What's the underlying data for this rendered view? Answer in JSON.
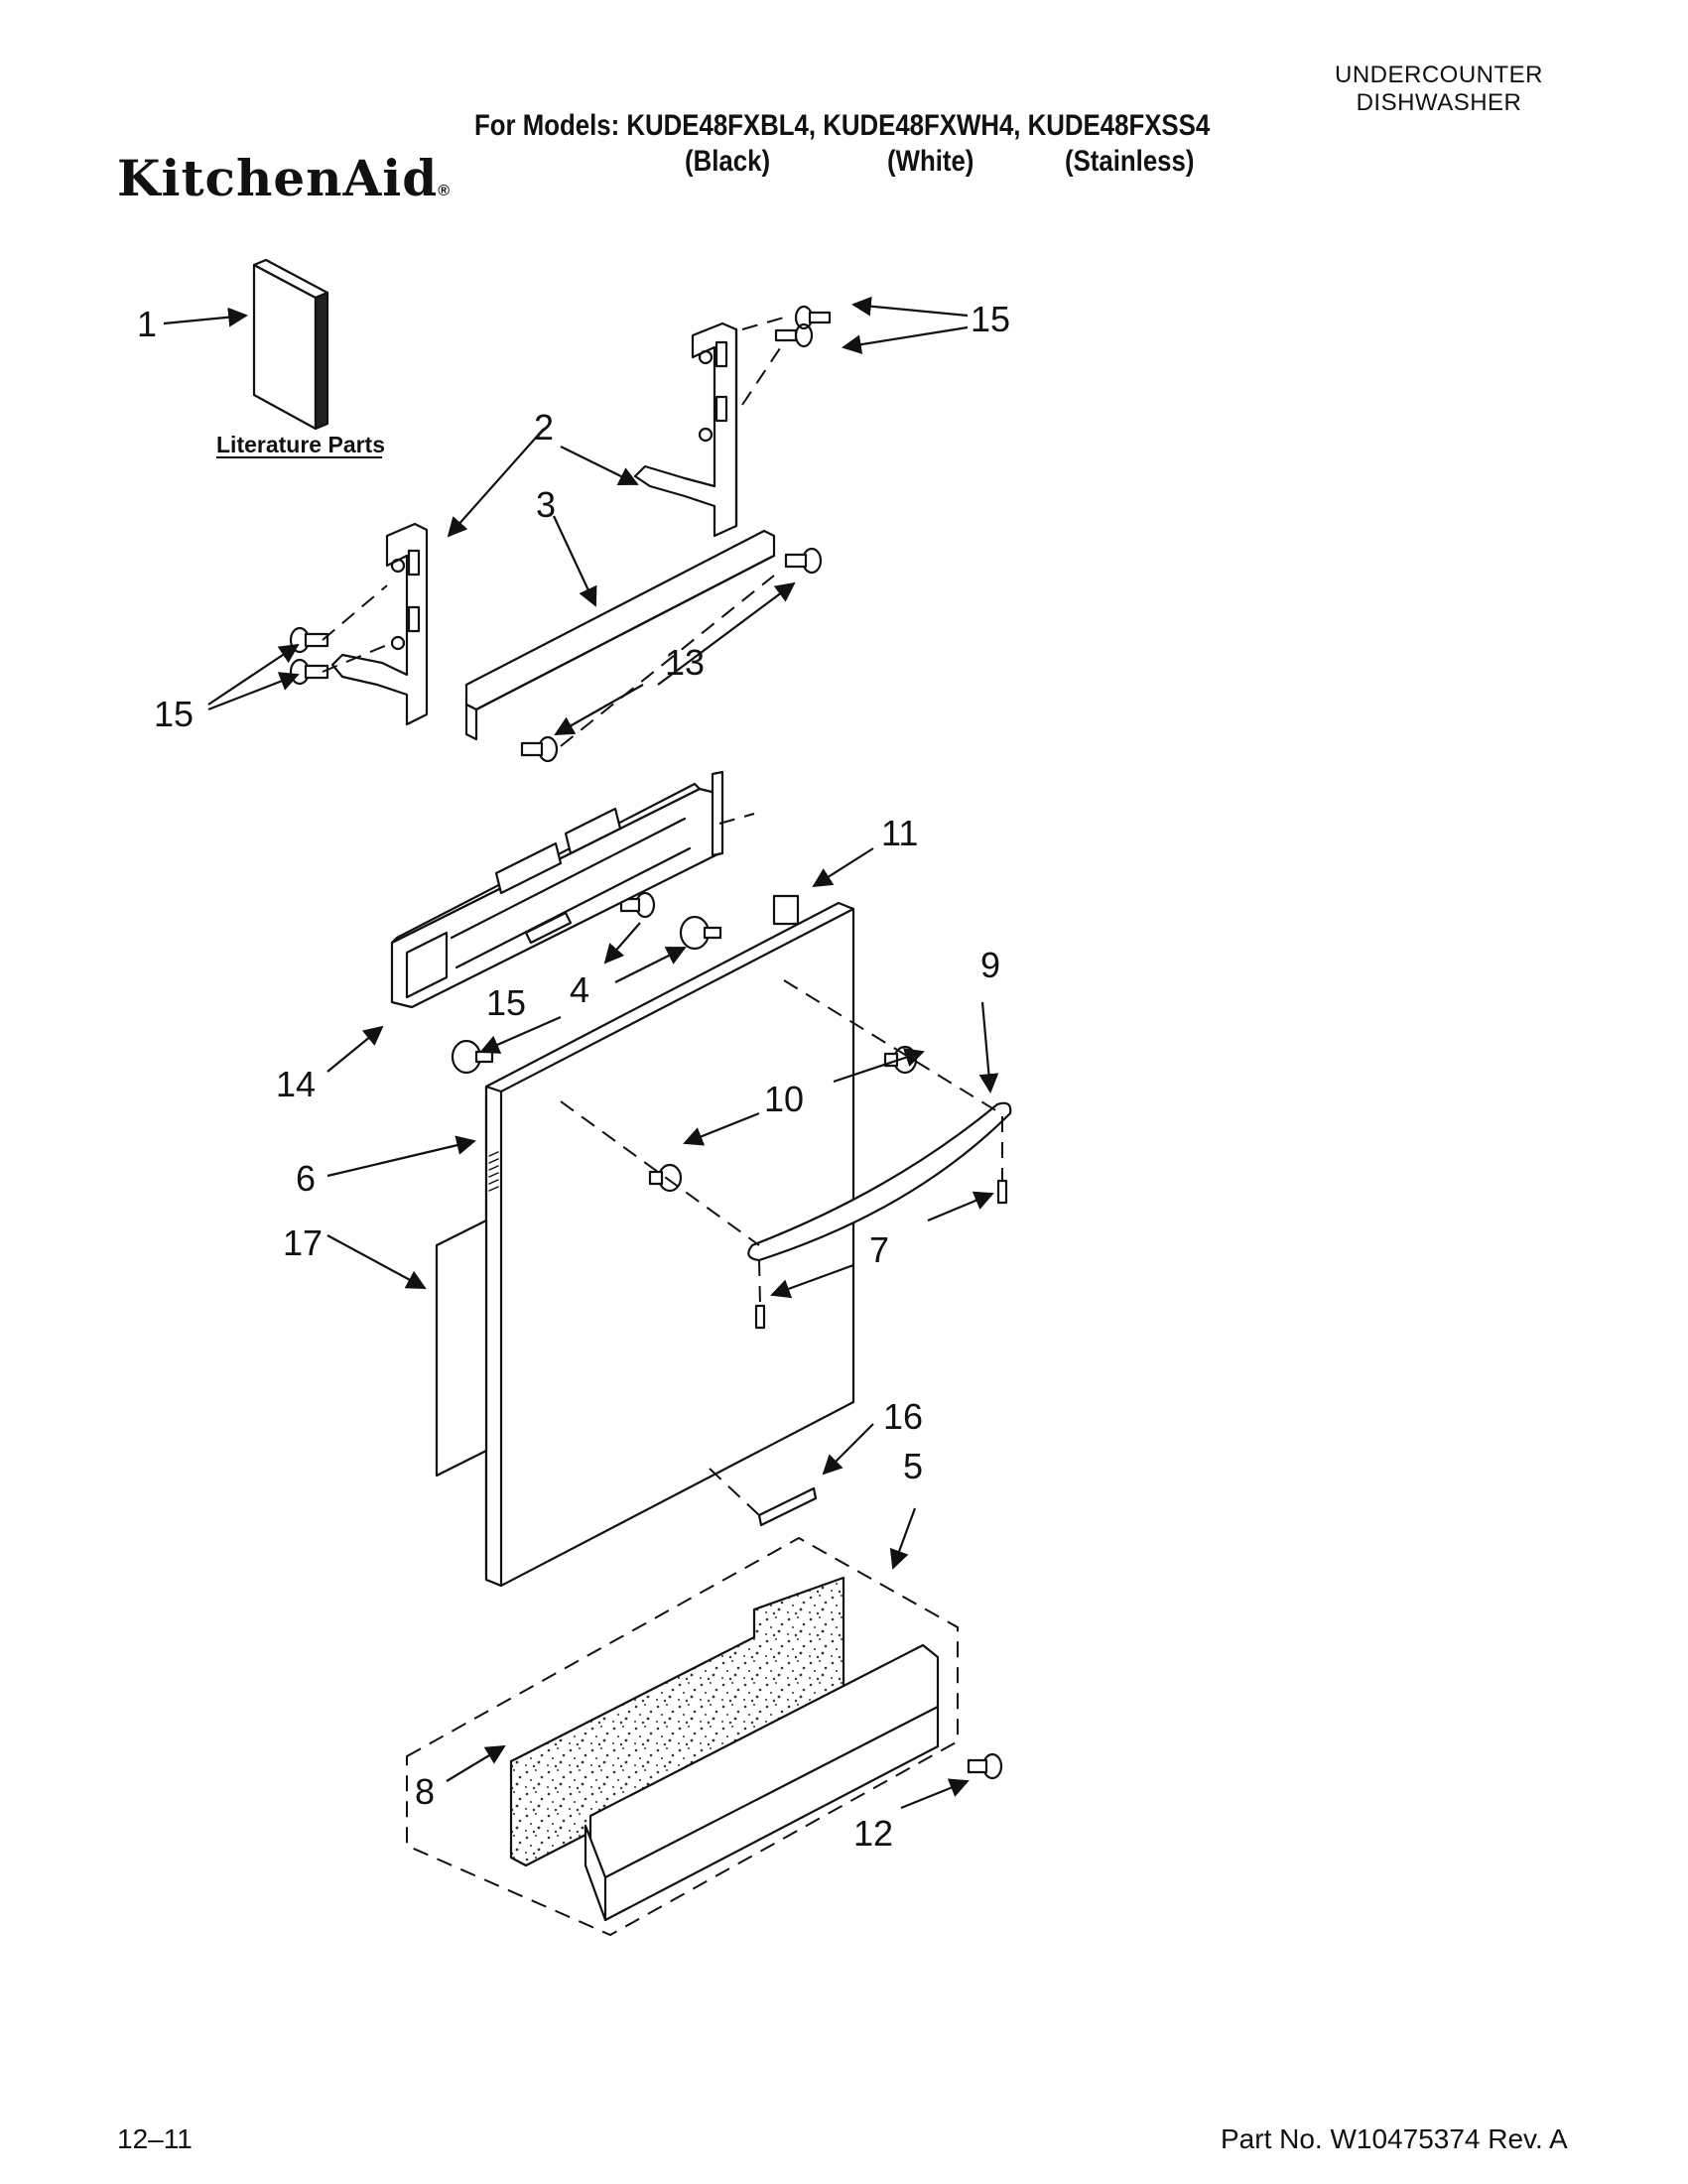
{
  "header": {
    "category_line1": "UNDERCOUNTER",
    "category_line2": "DISHWASHER",
    "models_label": "For Models: KUDE48FXBL4, KUDE48FXWH4, KUDE48FXSS4",
    "variant_black": "(Black)",
    "variant_white": "(White)",
    "variant_stainless": "(Stainless)",
    "brand_logo": "KitchenAid"
  },
  "diagram": {
    "literature_label": "Literature Parts",
    "callouts": [
      "1",
      "2",
      "3",
      "4",
      "5",
      "6",
      "7",
      "8",
      "9",
      "10",
      "11",
      "12",
      "13",
      "14",
      "15",
      "16",
      "17"
    ]
  },
  "footer": {
    "date_code": "12–11",
    "part_number": "Part No. W10475374 Rev. A"
  }
}
